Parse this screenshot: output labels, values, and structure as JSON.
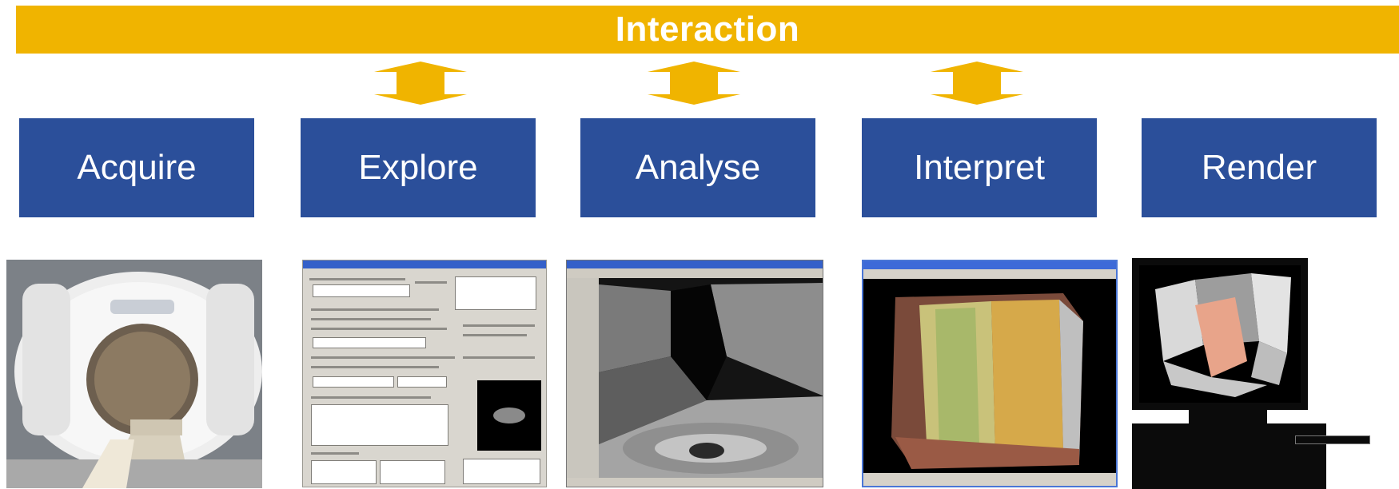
{
  "banner": {
    "label": "Interaction"
  },
  "stages": [
    {
      "label": "Acquire"
    },
    {
      "label": "Explore"
    },
    {
      "label": "Analyse"
    },
    {
      "label": "Interpret"
    },
    {
      "label": "Render"
    }
  ],
  "colors": {
    "interaction": "#f0b400",
    "stage": "#2b4f9a"
  },
  "images": [
    {
      "name": "ct-scanner-photo"
    },
    {
      "name": "software-gui-screenshot"
    },
    {
      "name": "ct-slice-viewer"
    },
    {
      "name": "volume-rendering-window"
    },
    {
      "name": "computer-rendering-display"
    }
  ]
}
